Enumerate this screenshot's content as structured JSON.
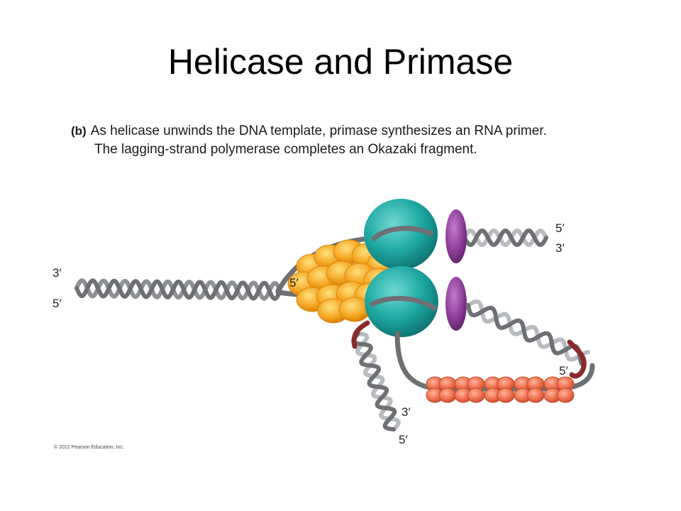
{
  "slide": {
    "title": "Helicase and Primase"
  },
  "caption": {
    "tag": "(b)",
    "line1": "As helicase unwinds the DNA template, primase synthesizes an RNA primer.",
    "line2": "The lagging-strand polymerase completes an Okazaki  fragment."
  },
  "labels": {
    "left_top": "3′",
    "left_bottom": "5′",
    "right_top_5": "5′",
    "right_top_3": "3′",
    "primer_5": "5′",
    "loop_5": "5′",
    "bottom_3": "3′",
    "bottom_5": "5′"
  },
  "copyright": "© 2012 Pearson Education, Inc.",
  "colors": {
    "dark_strand": "#6e7074",
    "light_strand": "#b8bcc0",
    "polymerase": "#1fa9a4",
    "clamp": "#8e3e9a",
    "helicase": "#f5a623",
    "rna_primer": "#8b2a2a",
    "ssb_protein": "#ef6f4e"
  }
}
